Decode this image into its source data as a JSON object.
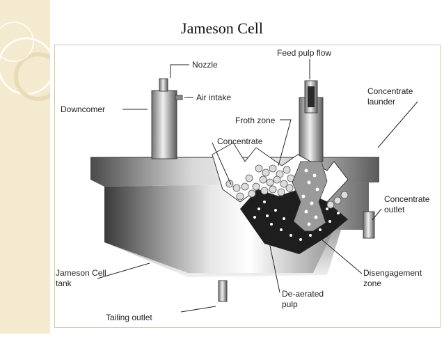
{
  "slide": {
    "title": "Jameson Cell"
  },
  "labels": {
    "nozzle": "Nozzle",
    "feed_pulp_flow": "Feed pulp flow",
    "air_intake": "Air intake",
    "concentrate_launder_1": "Concentrate",
    "concentrate_launder_2": "launder",
    "downcomer": "Downcomer",
    "froth_zone": "Froth zone",
    "concentrate": "Concentrate",
    "concentrate_outlet_1": "Concentrate",
    "concentrate_outlet_2": "outlet",
    "tank_1": "Jameson Cell",
    "tank_2": "tank",
    "disengagement_1": "Disengagement",
    "disengagement_2": "zone",
    "deaerated_1": "De-aerated",
    "deaerated_2": "pulp",
    "tailing_outlet": "Tailing outlet"
  }
}
